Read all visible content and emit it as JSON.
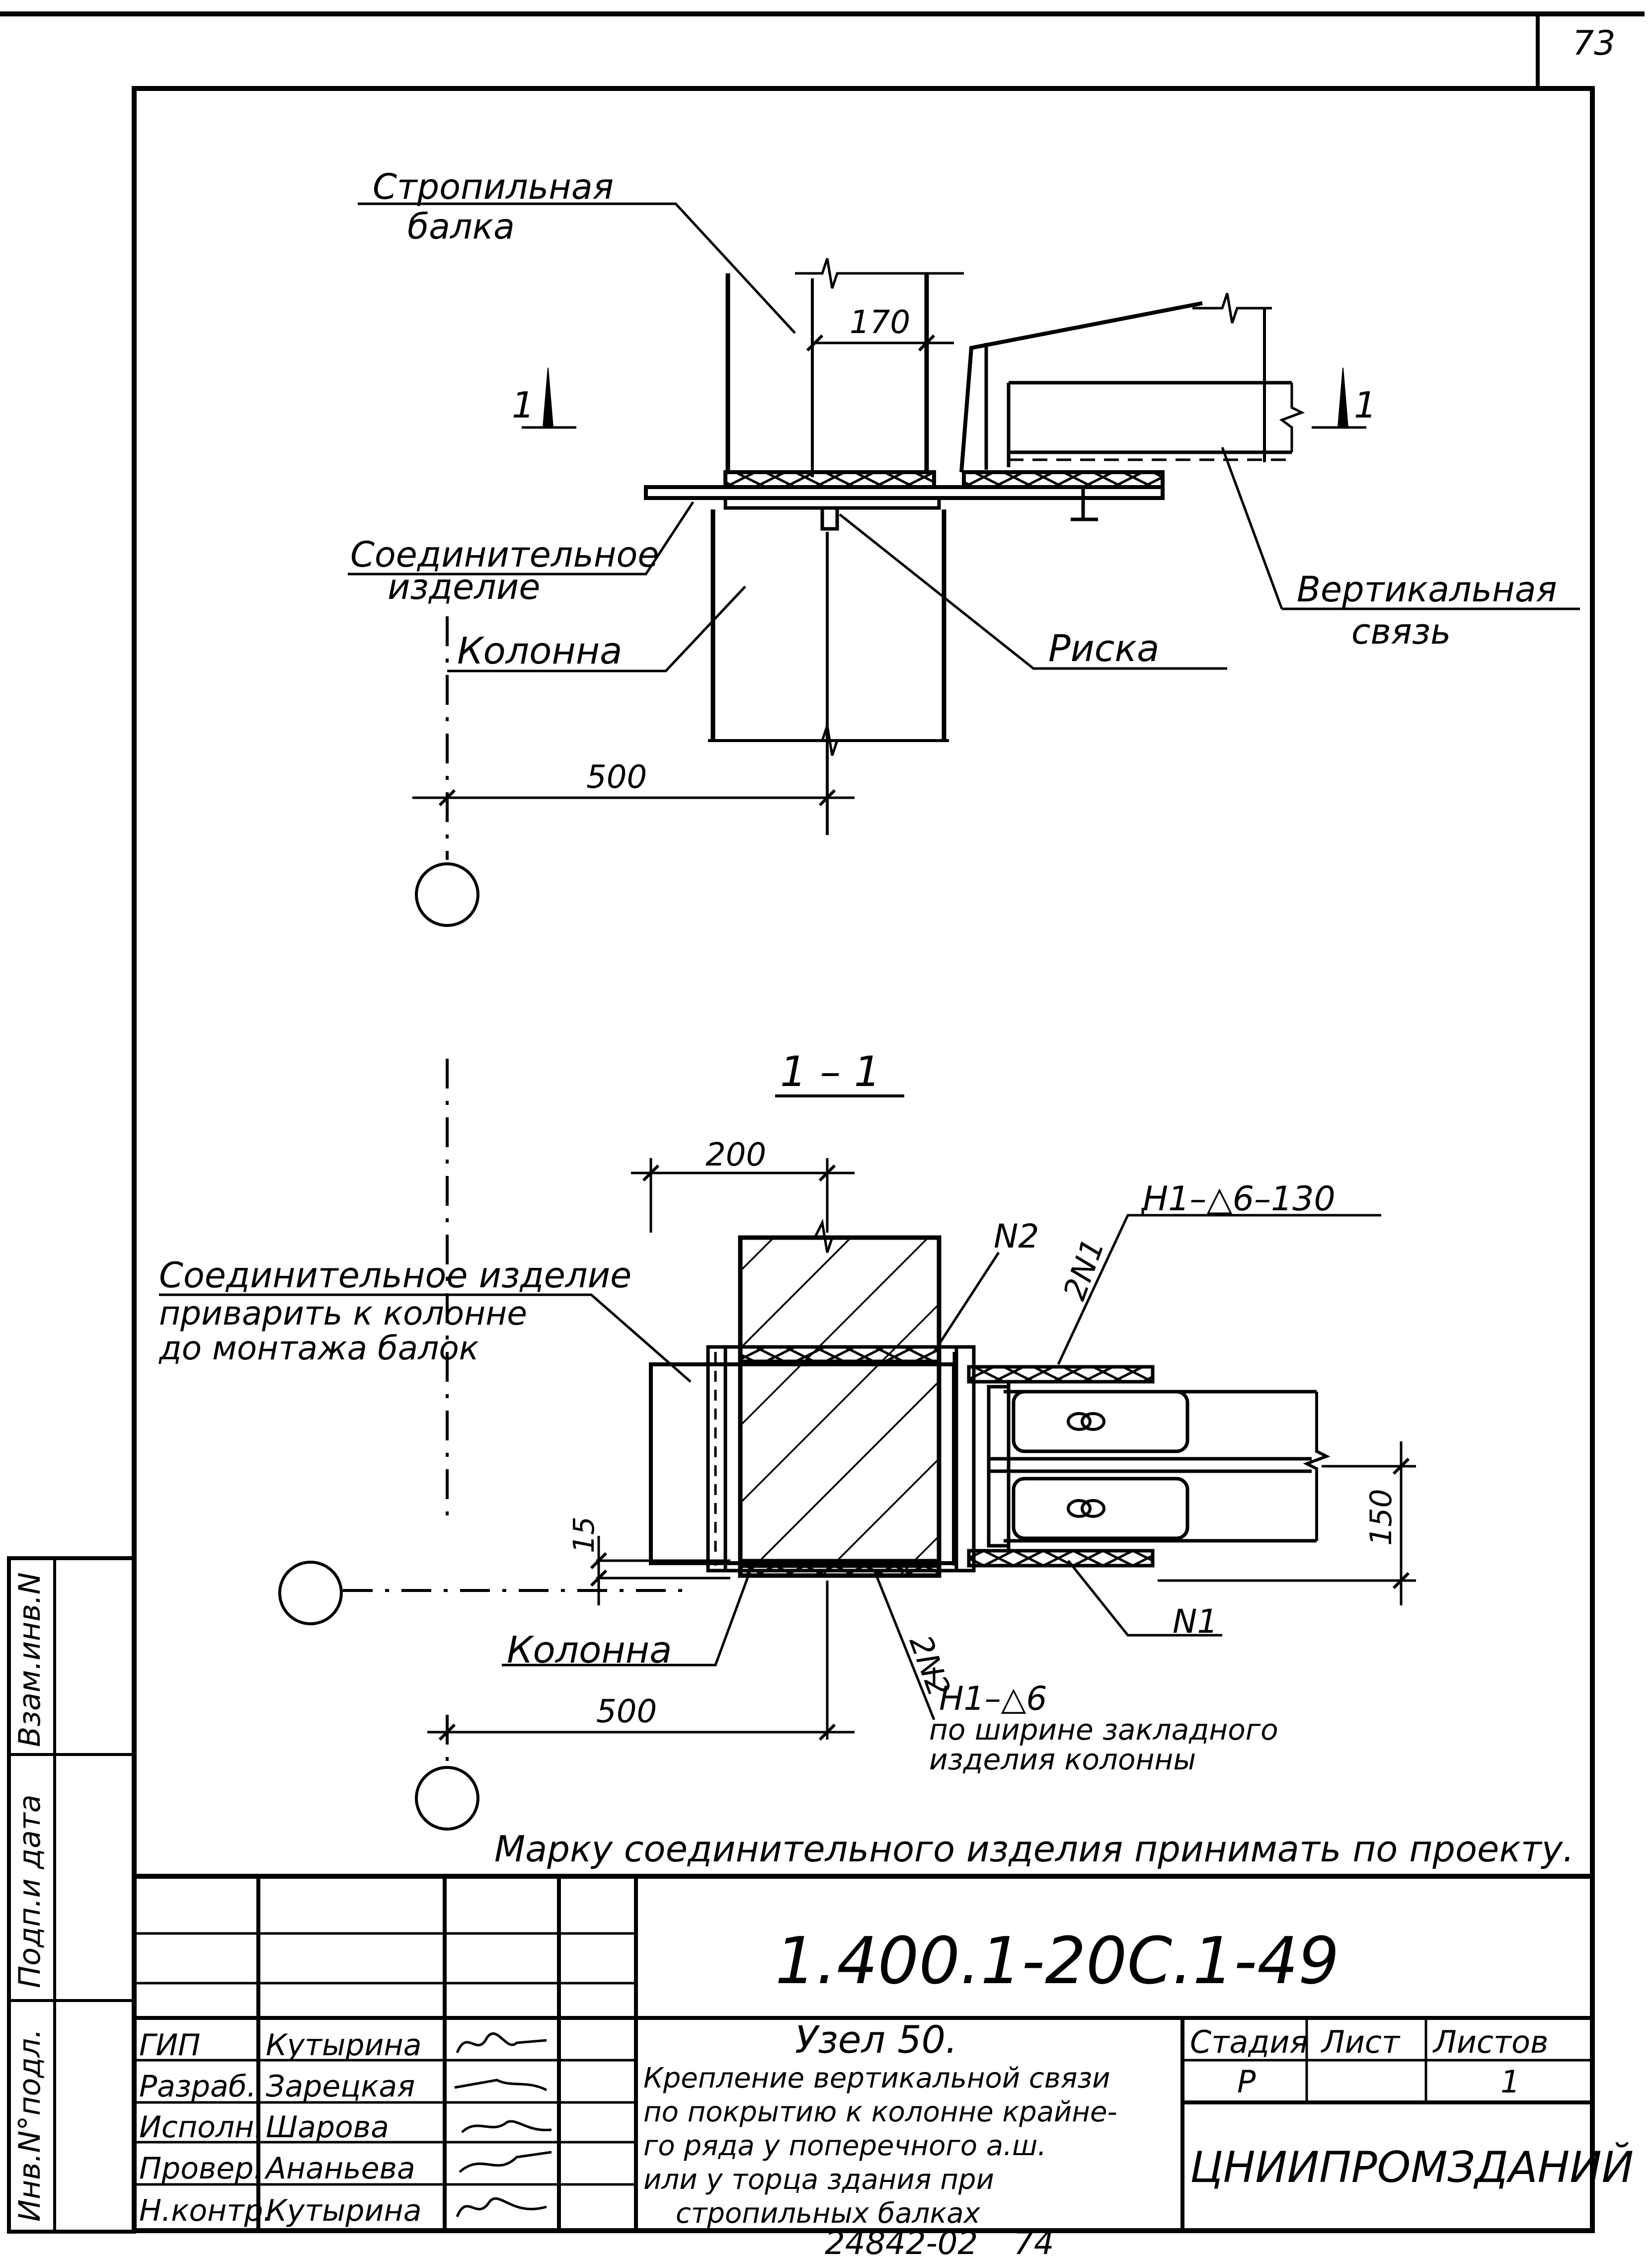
{
  "page_number": "73",
  "labels": {
    "rafter_beam": [
      "Стропильная",
      "балка"
    ],
    "column_top": "Колонна",
    "connector_top": [
      "Соединительное",
      "изделие"
    ],
    "risk_mark": "Риска",
    "vertical_brace": [
      "Вертикальная",
      "связь"
    ],
    "section_mark": "1",
    "section_title": "1 – 1",
    "connector_note": [
      "Соединительное изделие",
      "приварить к колонне",
      "до монтажа балок"
    ],
    "column_bottom": "Колонна",
    "n2": "N2",
    "two_n1": "2N1",
    "n1": "N1",
    "two_n2": "2N2",
    "weld_top": "H1–△6–130",
    "weld_bottom": "H1–△6",
    "weld_bottom_note": [
      "по ширине закладного",
      "изделия колонны"
    ]
  },
  "dimensions": {
    "d170": "170",
    "d500_top": "500",
    "d200": "200",
    "d15": "15",
    "d150": "150",
    "d500_bottom": "500"
  },
  "note": "Марку соединительного изделия принимать по проекту.",
  "side_stamp": [
    "Инв.N°подл.",
    "Подп.и дата",
    "Взам.инв.N"
  ],
  "title_block": {
    "doc_code": "1.400.1-20С.1-49",
    "roles": [
      "ГИП",
      "Разраб.",
      "Исполн.",
      "Провер.",
      "Н.контр."
    ],
    "names": [
      "Кутырина",
      "Зарецкая",
      "Шарова",
      "Ананьева",
      "Кутырина"
    ],
    "title": "Узел 50.",
    "description": [
      "Крепление вертикальной связи",
      "по покрытию к колонне крайне-",
      "го ряда у поперечного а.ш.",
      "или у торца здания при",
      "стропильных балках"
    ],
    "stage_label": "Стадия",
    "sheet_label": "Лист",
    "sheets_label": "Листов",
    "stage": "Р",
    "sheet": "",
    "sheets": "1",
    "organization": "ЦНИИПРОМЗДАНИЙ"
  },
  "footer": {
    "code": "24842-02",
    "sheet_no": "74"
  }
}
